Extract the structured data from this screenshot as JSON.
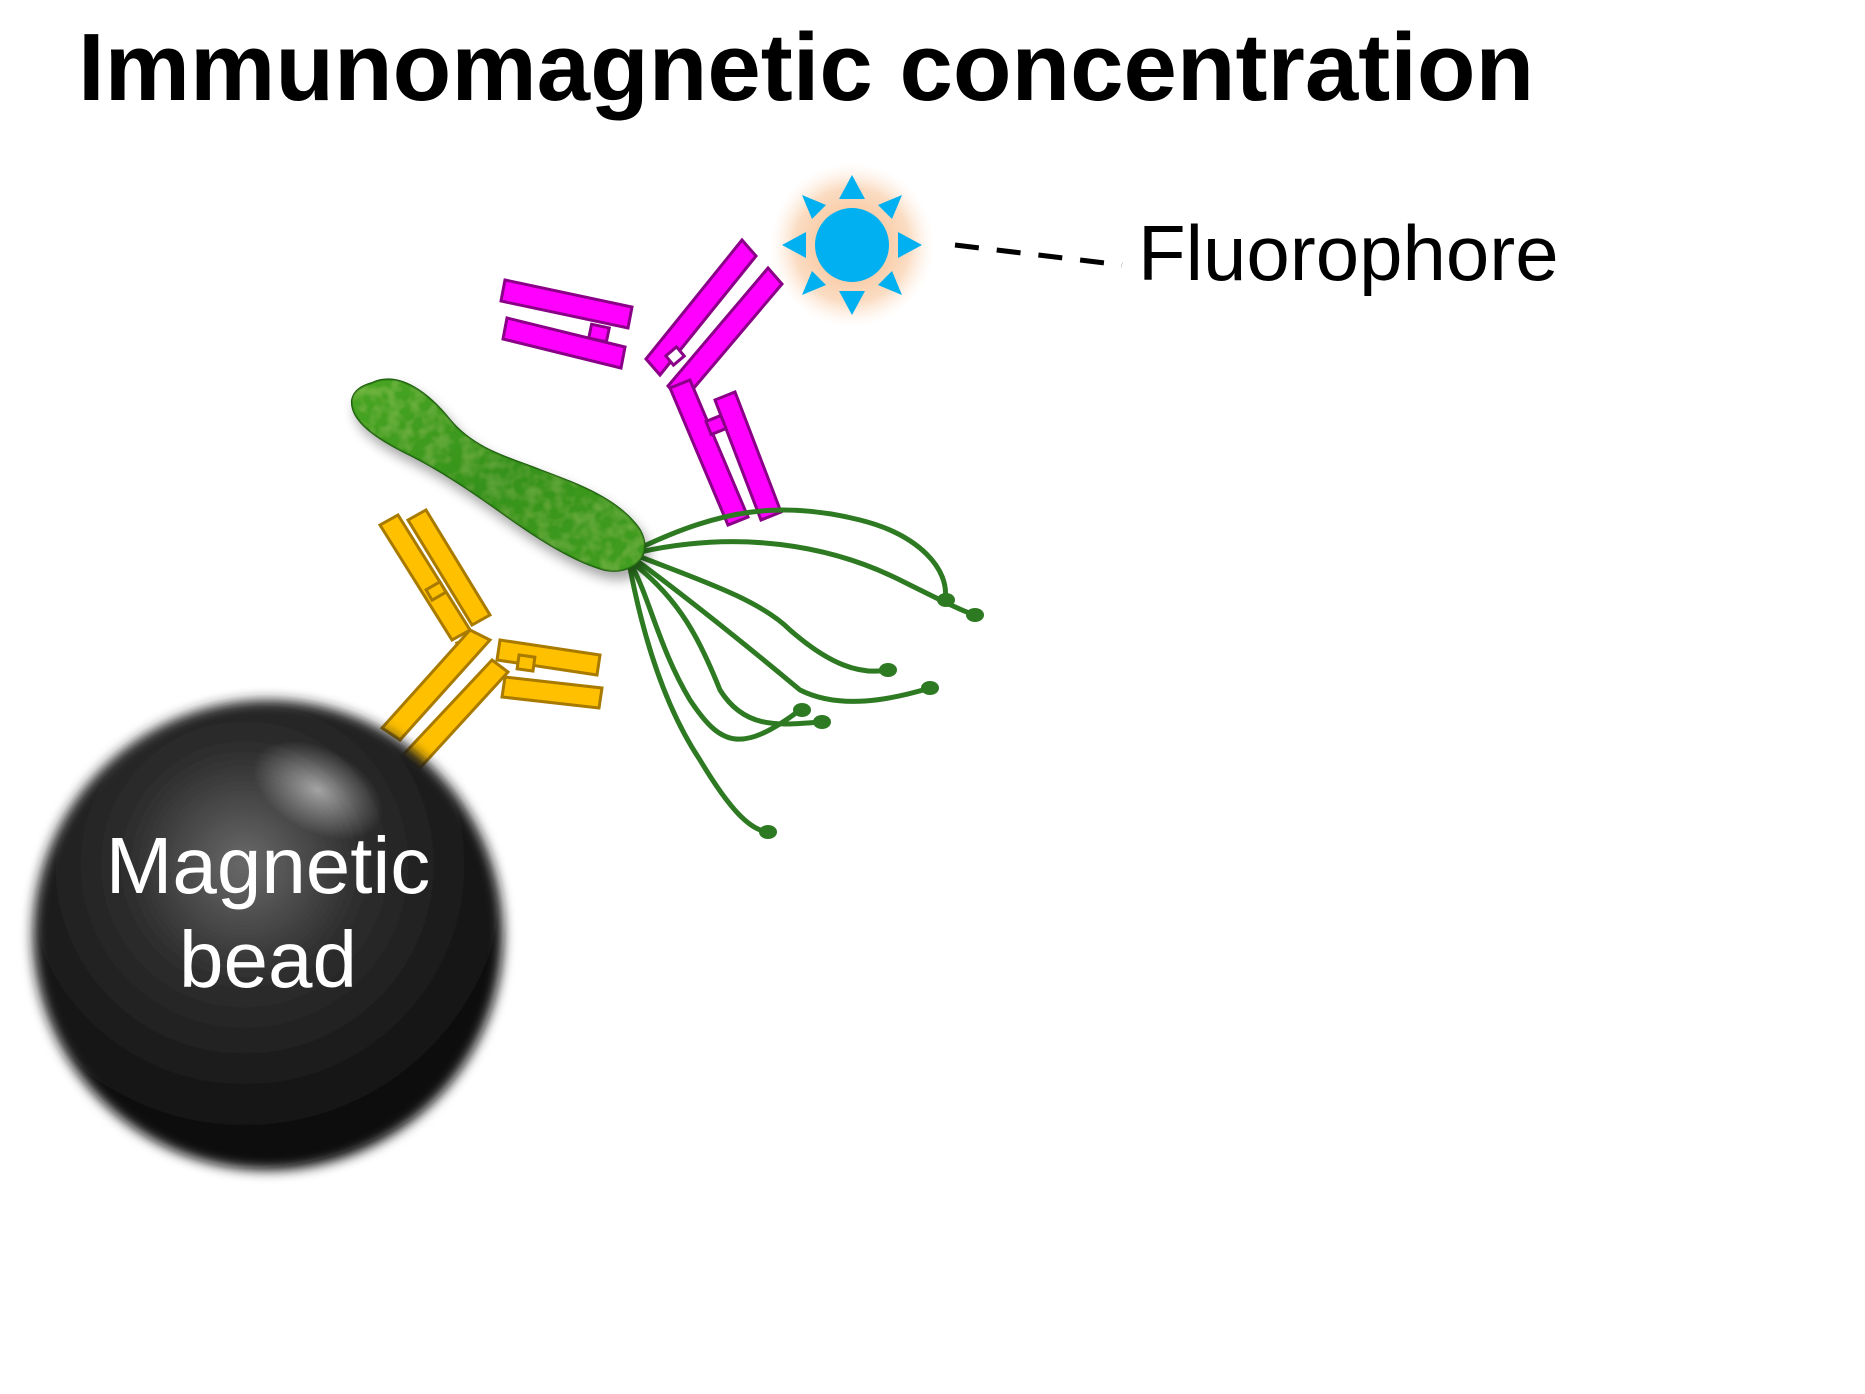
{
  "title": "Immunomagnetic concentration",
  "labels": {
    "fluorophore": "Fluorophore",
    "magnetic_bead_line1": "Magnetic",
    "magnetic_bead_line2": "bead"
  },
  "colors": {
    "title": "#000000",
    "detection_antibody": "#ff00ff",
    "capture_antibody": "#ffc000",
    "fluorophore": "#00b0f0",
    "fluorophore_glow": "#f6a96a",
    "bacterium": "#3a9a1e",
    "flagella": "#2e7a22",
    "magnetic_bead": "#1a1a1a",
    "bead_label": "#ffffff"
  },
  "icons": {
    "fluorophore": "sun-icon",
    "bacterium": "helicobacter-bacterium-icon",
    "antibody": "y-shaped-antibody-icon",
    "bead": "sphere-icon"
  }
}
